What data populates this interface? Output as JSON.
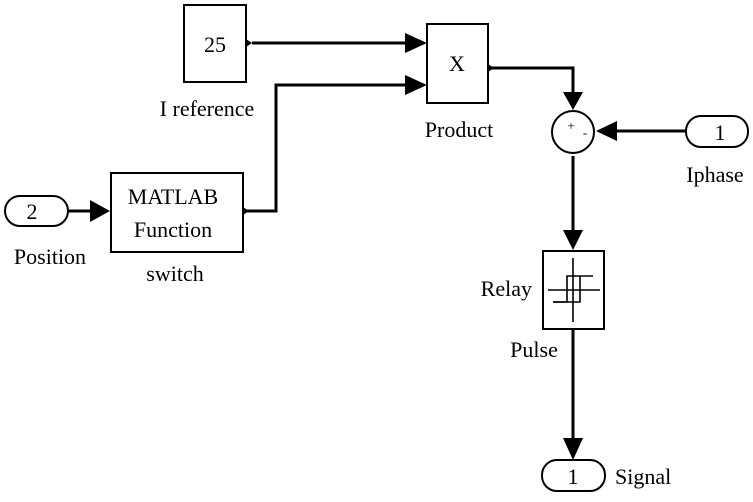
{
  "blocks": {
    "constant": {
      "value": "25",
      "label": "I reference"
    },
    "product": {
      "symbol": "X",
      "label": "Product"
    },
    "matlab_function": {
      "line1": "MATLAB",
      "line2": "Function",
      "label": "switch"
    },
    "sum": {
      "plus": "+",
      "minus": "-"
    },
    "relay": {
      "label_left": "Relay",
      "label_below": "Pulse"
    },
    "inport_position": {
      "number": "2",
      "label": "Position"
    },
    "inport_iphase": {
      "number": "1",
      "label": "Iphase"
    },
    "outport_signal": {
      "number": "1",
      "label": "Signal"
    }
  }
}
